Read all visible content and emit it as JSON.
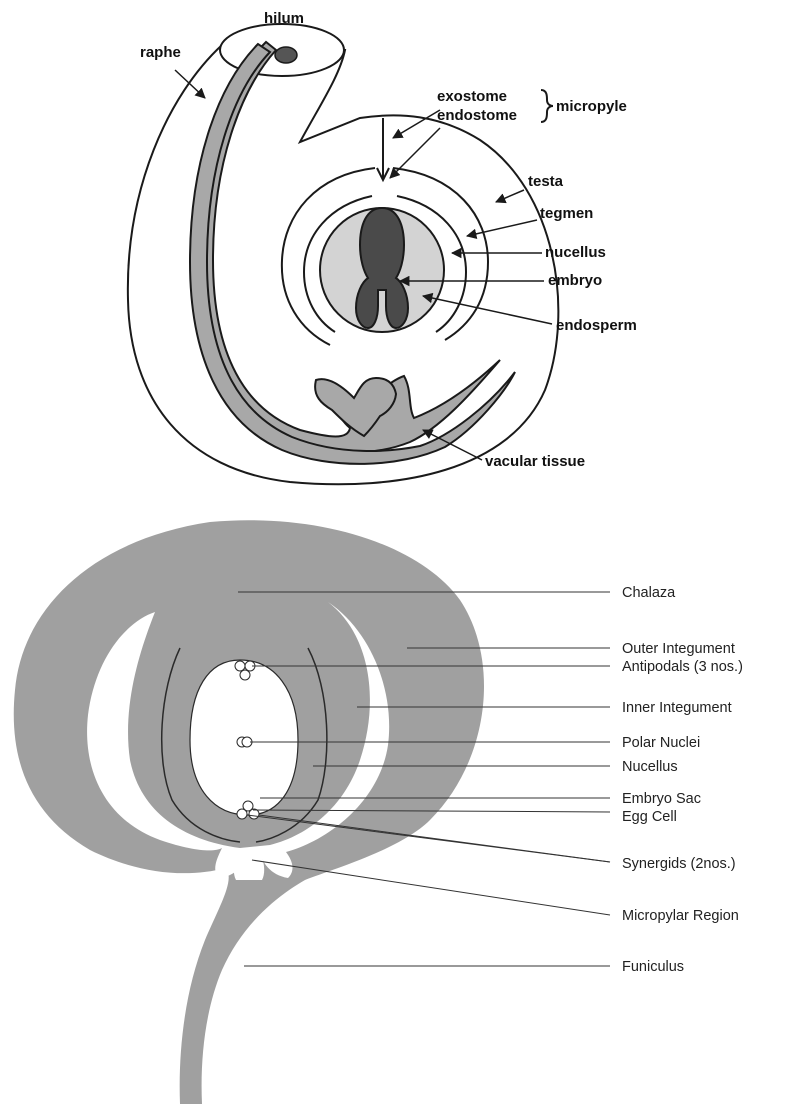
{
  "seed_diagram": {
    "labels": {
      "hilum": "hilum",
      "raphe": "raphe",
      "exostome": "exostome",
      "endostome": "endostome",
      "micropyle": "micropyle",
      "testa": "testa",
      "tegmen": "tegmen",
      "nucellus": "nucellus",
      "embryo": "embryo",
      "endosperm": "endosperm",
      "vascular_tissue": "vacular tissue"
    }
  },
  "ovule_diagram": {
    "labels": {
      "chalaza": "Chalaza",
      "outer_integument": "Outer Integument",
      "antipodals": "Antipodals (3 nos.)",
      "inner_integument": "Inner Integument",
      "polar_nuclei": "Polar Nuclei",
      "nucellus": "Nucellus",
      "embryo_sac": "Embryo Sac",
      "egg_cell": "Egg Cell",
      "synergids": "Synergids (2nos.)",
      "micropylar_region": "Micropylar Region",
      "funiculus": "Funiculus"
    }
  },
  "colors": {
    "vascular_gray": "#a8a8a8",
    "nucellus_gray": "#d3d3d3",
    "embryo_dark": "#4a4a4a",
    "ovule_gray": "#a0a0a0",
    "line": "#1a1a1a"
  }
}
